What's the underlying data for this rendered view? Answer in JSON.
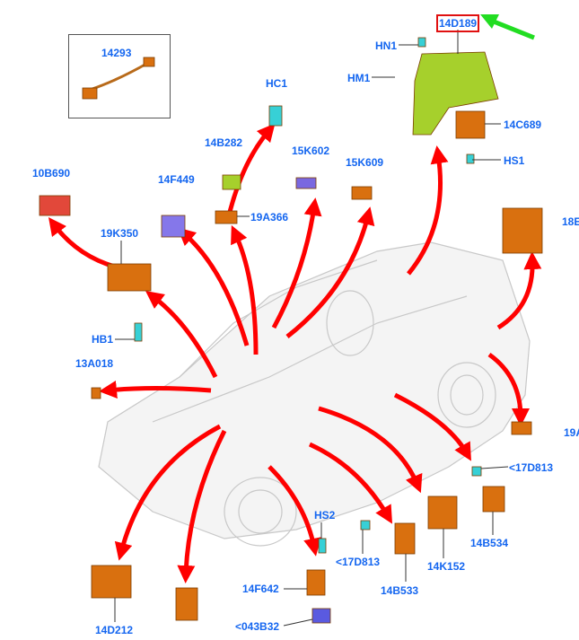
{
  "colors": {
    "label": "#1466f0",
    "arrow": "#ff0000",
    "part": "#d9700f",
    "clip": "#37d0d6",
    "bracket": "#a6d02c",
    "highlight": "#e01010",
    "pointer": "#22dd22"
  },
  "labels": {
    "p14293": "14293",
    "hc1": "HC1",
    "p14b282": "14B282",
    "p15k602": "15K602",
    "p15k609": "15K609",
    "p10b690": "10B690",
    "p14f449": "14F449",
    "p19a366": "19A366",
    "p19k350": "19K350",
    "hb1": "HB1",
    "p13a018": "13A018",
    "p14d189": "14D189",
    "hn1": "HN1",
    "hm1": "HM1",
    "p14c689": "14C689",
    "hs1": "HS1",
    "p18e": "18E",
    "p19a": "19A",
    "p17d813a": "<17D813",
    "p14b534": "14B534",
    "p14k152": "14K152",
    "p14b533": "14B533",
    "p17d813b": "<17D813",
    "hs2": "HS2",
    "p14f642": "14F642",
    "p043b32": "<043B32",
    "p14d212": "14D212"
  }
}
